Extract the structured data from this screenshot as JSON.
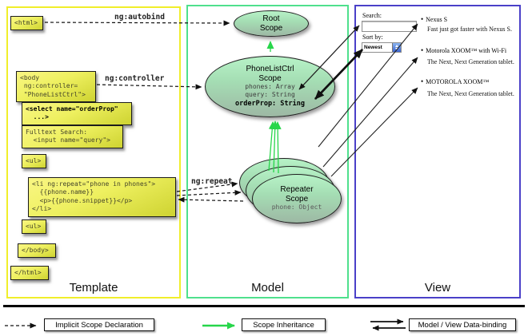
{
  "panels": {
    "template": {
      "label": "Template"
    },
    "model": {
      "label": "Model"
    },
    "view": {
      "label": "View"
    }
  },
  "colors": {
    "template_border": "#f0ee2a",
    "model_border": "#4fe08d",
    "view_border": "#4a40c8",
    "code_box_yellow_top": "#f9f683",
    "code_box_yellow_bottom": "#ced331",
    "scope_green_top": "#b7f2c7",
    "scope_green_bottom": "#9db8a4",
    "inheritance_arrow_green": "#27d64a",
    "arrow_black": "#111111"
  },
  "template": {
    "boxes": [
      {
        "text": "<html>"
      },
      {
        "text": "<body\n ng:controller=\n \"PhoneListCtrl\">"
      },
      {
        "text": "<select name=\"orderProp\"\n  ...>"
      },
      {
        "text": "Fulltext Search:\n  <input name=\"query\">"
      },
      {
        "text": "<ul>"
      },
      {
        "text": "<li ng:repeat=\"phone in phones\">\n  {{phone.name}}\n  <p>{{phone.snippet}}</p>\n</li>"
      },
      {
        "text": "<ul>"
      },
      {
        "text": "</body>"
      },
      {
        "text": "</html>"
      }
    ]
  },
  "arrows": {
    "autobind": "ng:autobind",
    "controller": "ng:controller",
    "repeat": "ng:repeat"
  },
  "model": {
    "root_scope": {
      "title": "Root\nScope"
    },
    "phonelist_scope": {
      "title": "PhoneListCtrl\nScope",
      "prop1": "phones: Array",
      "prop2": "query: String",
      "prop3": "orderProp: String"
    },
    "repeater_scope": {
      "title": "Repeater\nScope",
      "prop": "phone: Object"
    }
  },
  "view": {
    "search_label": "Search:",
    "sort_label": "Sort by:",
    "sort_value": "Newest",
    "items": [
      {
        "title": "Nexus S",
        "desc": "Fast just got faster with Nexus S."
      },
      {
        "title": "Motorola XOOM™ with Wi-Fi",
        "desc": "The Next, Next Generation tablet."
      },
      {
        "title": "MOTOROLA XOOM™",
        "desc": "The Next, Next Generation tablet."
      }
    ]
  },
  "legend": {
    "implicit": "Implicit Scope Declaration",
    "inheritance": "Scope Inheritance",
    "databinding": "Model / View Data-binding"
  }
}
